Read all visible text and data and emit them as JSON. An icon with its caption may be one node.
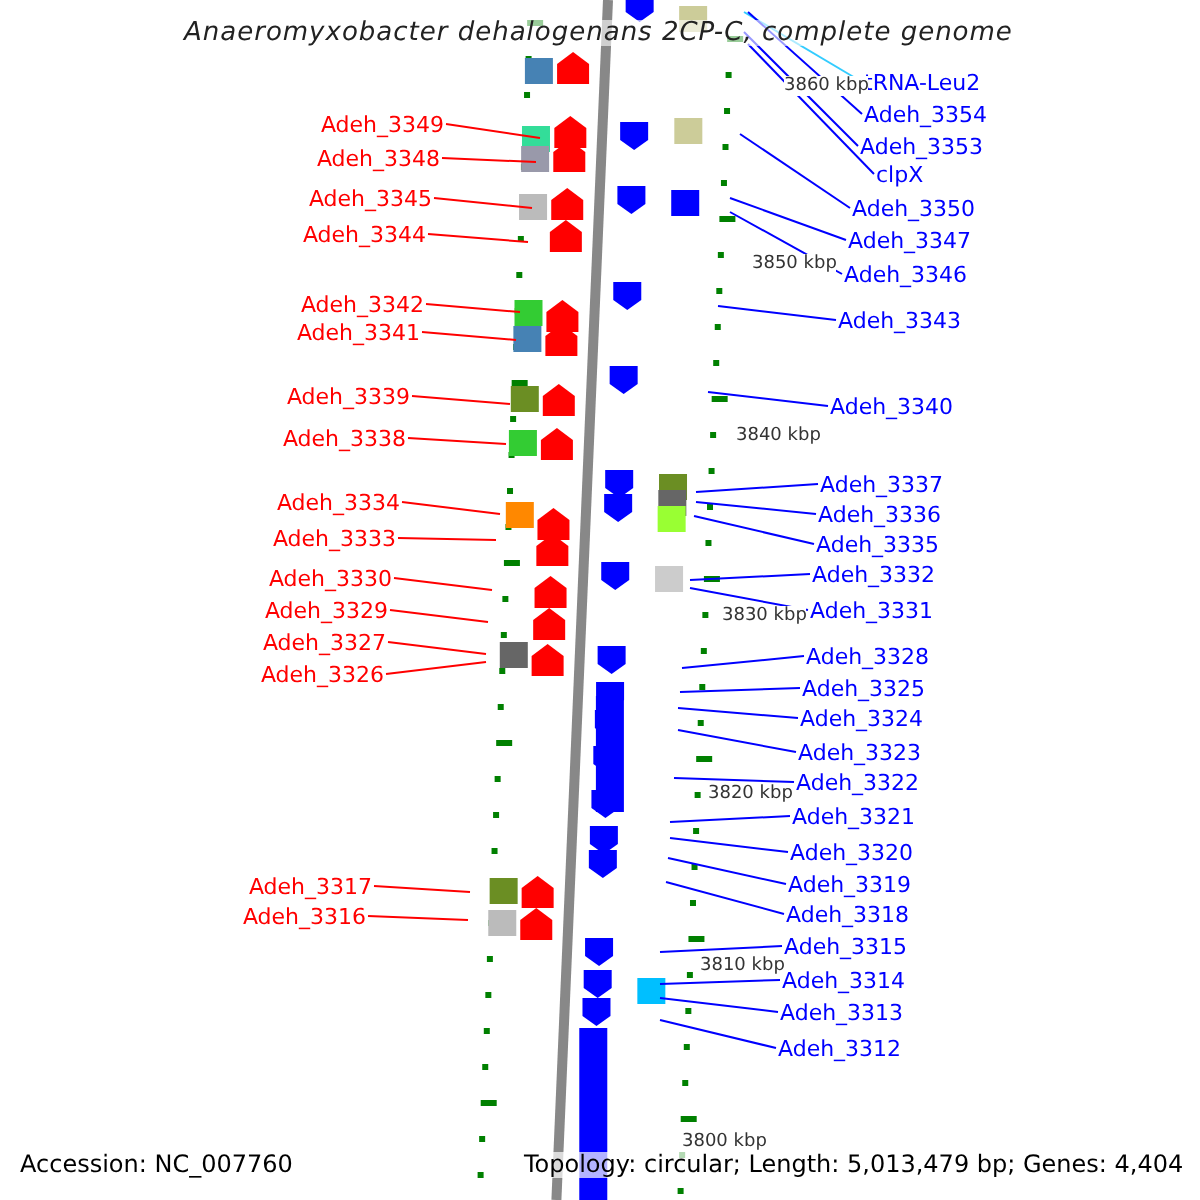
{
  "diagram": {
    "title": "Anaeromyxobacter dehalogenans 2CP-C, complete genome",
    "nodes": [
      {
        "text": [
          "Adeh_3349"
        ]
      },
      {
        "text": [
          "Adeh_3348"
        ]
      },
      {
        "text": [
          "Adeh_3345"
        ]
      },
      {
        "text": [
          "Adeh_3344"
        ]
      },
      {
        "text": [
          "Adeh_3342"
        ]
      },
      {
        "text": [
          "Adeh_3341"
        ]
      },
      {
        "text": [
          "Adeh_3339"
        ]
      },
      {
        "text": [
          "Adeh_3338"
        ]
      },
      {
        "text": [
          "Adeh_3334"
        ]
      },
      {
        "text": [
          "Adeh_3333"
        ]
      },
      {
        "text": [
          "Adeh_3330"
        ]
      },
      {
        "text": [
          "Adeh_3329"
        ]
      },
      {
        "text": [
          "Adeh_3327"
        ]
      },
      {
        "text": [
          "Adeh_3326"
        ]
      },
      {
        "text": [
          "Adeh_3317"
        ]
      },
      {
        "text": [
          "Adeh_3316"
        ]
      },
      {
        "text": [
          "tRNA-Leu2"
        ]
      },
      {
        "text": [
          "Adeh_3354"
        ]
      },
      {
        "text": [
          "Adeh_3353"
        ]
      },
      {
        "text": [
          "clpX"
        ]
      },
      {
        "text": [
          "Adeh_3350"
        ]
      },
      {
        "text": [
          "Adeh_3347"
        ]
      },
      {
        "text": [
          "Adeh_3346"
        ]
      },
      {
        "text": [
          "Adeh_3343"
        ]
      },
      {
        "text": [
          "Adeh_3340"
        ]
      },
      {
        "text": [
          "Adeh_3337"
        ]
      },
      {
        "text": [
          "Adeh_3336"
        ]
      },
      {
        "text": [
          "Adeh_3335"
        ]
      },
      {
        "text": [
          "Adeh_3332"
        ]
      },
      {
        "text": [
          "Adeh_3331"
        ]
      },
      {
        "text": [
          "Adeh_3328"
        ]
      },
      {
        "text": [
          "Adeh_3325"
        ]
      },
      {
        "text": [
          "Adeh_3324"
        ]
      },
      {
        "text": [
          "Adeh_3323"
        ]
      },
      {
        "text": [
          "Adeh_3322"
        ]
      },
      {
        "text": [
          "Adeh_3321"
        ]
      },
      {
        "text": [
          "Adeh_3320"
        ]
      },
      {
        "text": [
          "Adeh_3319"
        ]
      },
      {
        "text": [
          "Adeh_3318"
        ]
      },
      {
        "text": [
          "Adeh_3315"
        ]
      },
      {
        "text": [
          "Adeh_3314"
        ]
      },
      {
        "text": [
          "Adeh_3313"
        ]
      },
      {
        "text": [
          "Adeh_3312"
        ]
      }
    ],
    "edges": [
      {
        "from": 0,
        "to": null,
        "arrow": "none",
        "color": "#ff0000"
      },
      {
        "from": 1,
        "to": null,
        "arrow": "none",
        "color": "#ff0000"
      },
      {
        "from": 2,
        "to": null,
        "arrow": "none",
        "color": "#ff0000"
      },
      {
        "from": 3,
        "to": null,
        "arrow": "none",
        "color": "#ff0000"
      },
      {
        "from": 4,
        "to": null,
        "arrow": "none",
        "color": "#ff0000"
      },
      {
        "from": 5,
        "to": null,
        "arrow": "none",
        "color": "#ff0000"
      },
      {
        "from": 6,
        "to": null,
        "arrow": "none",
        "color": "#ff0000"
      },
      {
        "from": 7,
        "to": null,
        "arrow": "none",
        "color": "#ff0000"
      },
      {
        "from": 8,
        "to": null,
        "arrow": "none",
        "color": "#ff0000"
      },
      {
        "from": 9,
        "to": null,
        "arrow": "none",
        "color": "#ff0000"
      },
      {
        "from": 10,
        "to": null,
        "arrow": "none",
        "color": "#ff0000"
      },
      {
        "from": 11,
        "to": null,
        "arrow": "none",
        "color": "#ff0000"
      },
      {
        "from": 12,
        "to": null,
        "arrow": "none",
        "color": "#ff0000"
      },
      {
        "from": 13,
        "to": null,
        "arrow": "none",
        "color": "#ff0000"
      },
      {
        "from": 14,
        "to": null,
        "arrow": "none",
        "color": "#ff0000"
      },
      {
        "from": 15,
        "to": null,
        "arrow": "none",
        "color": "#ff0000"
      },
      {
        "from": 16,
        "to": null,
        "arrow": "none",
        "color": "#33ccff"
      },
      {
        "from": 17,
        "to": null,
        "arrow": "none"
      },
      {
        "from": 18,
        "to": null,
        "arrow": "none"
      },
      {
        "from": 19,
        "to": null,
        "arrow": "none"
      },
      {
        "from": 20,
        "to": null,
        "arrow": "none"
      },
      {
        "from": 21,
        "to": null,
        "arrow": "none"
      },
      {
        "from": 22,
        "to": null,
        "arrow": "none"
      },
      {
        "from": 23,
        "to": null,
        "arrow": "none"
      },
      {
        "from": 24,
        "to": null,
        "arrow": "none"
      },
      {
        "from": 25,
        "to": null,
        "arrow": "none"
      },
      {
        "from": 26,
        "to": null,
        "arrow": "none"
      },
      {
        "from": 27,
        "to": null,
        "arrow": "none"
      },
      {
        "from": 28,
        "to": null,
        "arrow": "none"
      },
      {
        "from": 29,
        "to": null,
        "arrow": "none"
      },
      {
        "from": 30,
        "to": null,
        "arrow": "none"
      },
      {
        "from": 31,
        "to": null,
        "arrow": "none"
      },
      {
        "from": 32,
        "to": null,
        "arrow": "none"
      },
      {
        "from": 33,
        "to": null,
        "arrow": "none"
      },
      {
        "from": 34,
        "to": null,
        "arrow": "none"
      },
      {
        "from": 35,
        "to": null,
        "arrow": "none"
      },
      {
        "from": 36,
        "to": null,
        "arrow": "none"
      },
      {
        "from": 37,
        "to": null,
        "arrow": "none"
      },
      {
        "from": 38,
        "to": null,
        "arrow": "none"
      },
      {
        "from": 39,
        "to": null,
        "arrow": "none"
      },
      {
        "from": 40,
        "to": null,
        "arrow": "none"
      },
      {
        "from": 41,
        "to": null,
        "arrow": "none"
      },
      {
        "from": 42,
        "to": null,
        "arrow": "none"
      }
    ],
    "labels": [
      "3860 kbp",
      "3850 kbp",
      "3840 kbp",
      "3830 kbp",
      "3820 kbp",
      "3810 kbp",
      "3800 kbp",
      "Accession: NC_007760",
      "Topology: circular; Length: 5,013,479 bp; Genes: 4,404"
    ]
  }
}
